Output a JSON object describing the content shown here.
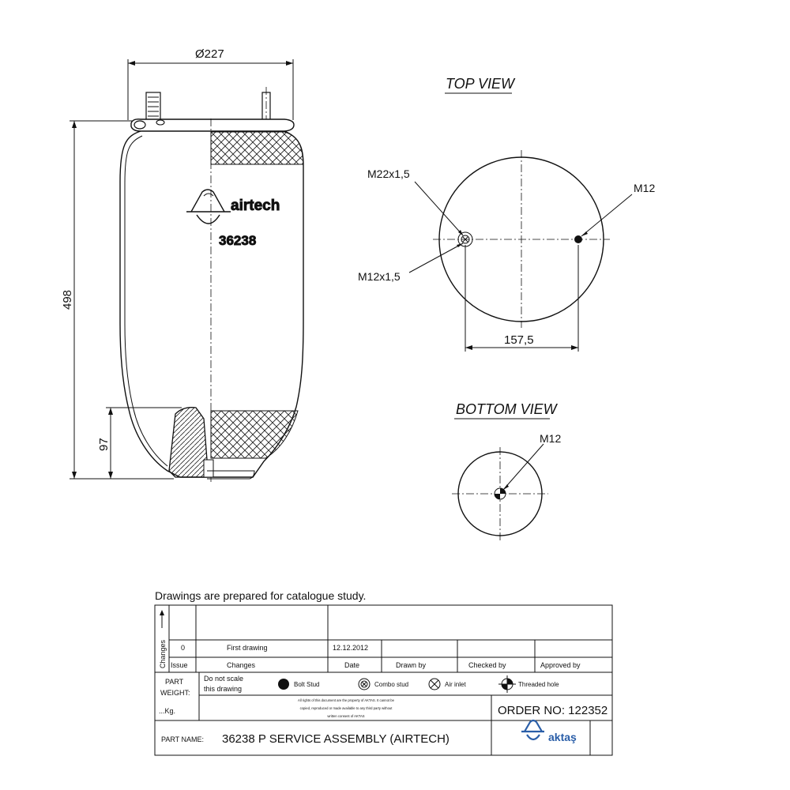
{
  "drawing": {
    "dims": {
      "diameter": "Ø227",
      "height": "498",
      "lower_height": "97",
      "stud_spacing": "157,5"
    },
    "logo_text": "airtech",
    "part_code": "36238",
    "top_view": {
      "title": "TOP VIEW",
      "labels": {
        "combo": "M22x1,5",
        "inlet": "M12x1,5",
        "stud": "M12"
      }
    },
    "bottom_view": {
      "title": "BOTTOM VIEW",
      "label": "M12"
    }
  },
  "title_block": {
    "note": "Drawings are  prepared for  catalogue study.",
    "changes_label": "Changes",
    "revision": {
      "issue": "0",
      "description": "First drawing",
      "date": "12.12.2012"
    },
    "headers": {
      "issue": "Issue",
      "changes": "Changes",
      "date": "Date",
      "drawn_by": "Drawn by",
      "checked_by": "Checked by",
      "approved_by": "Approved by"
    },
    "part_weight": "PART\nWEIGHT:",
    "weight_unit": "...Kg.",
    "do_not_scale": "Do not scale\nthis drawing",
    "legend": {
      "bolt_stud": "Bolt Stud",
      "combo_stud": "Combo stud",
      "air_inlet": "Air inlet",
      "threaded_hole": "Threaded hole"
    },
    "copyright_lines": [
      "All rights of this document are the property of AKTAS. It cannot be",
      "copied, reproduced or made available to any third party without",
      "written consent of AKTAS"
    ],
    "order_no": "ORDER NO: 122352",
    "part_name_label": "PART NAME:",
    "part_name": "36238 P SERVICE ASSEMBLY (AIRTECH)",
    "company": "aktaş",
    "colors": {
      "company_blue": "#2a5ea8"
    }
  }
}
